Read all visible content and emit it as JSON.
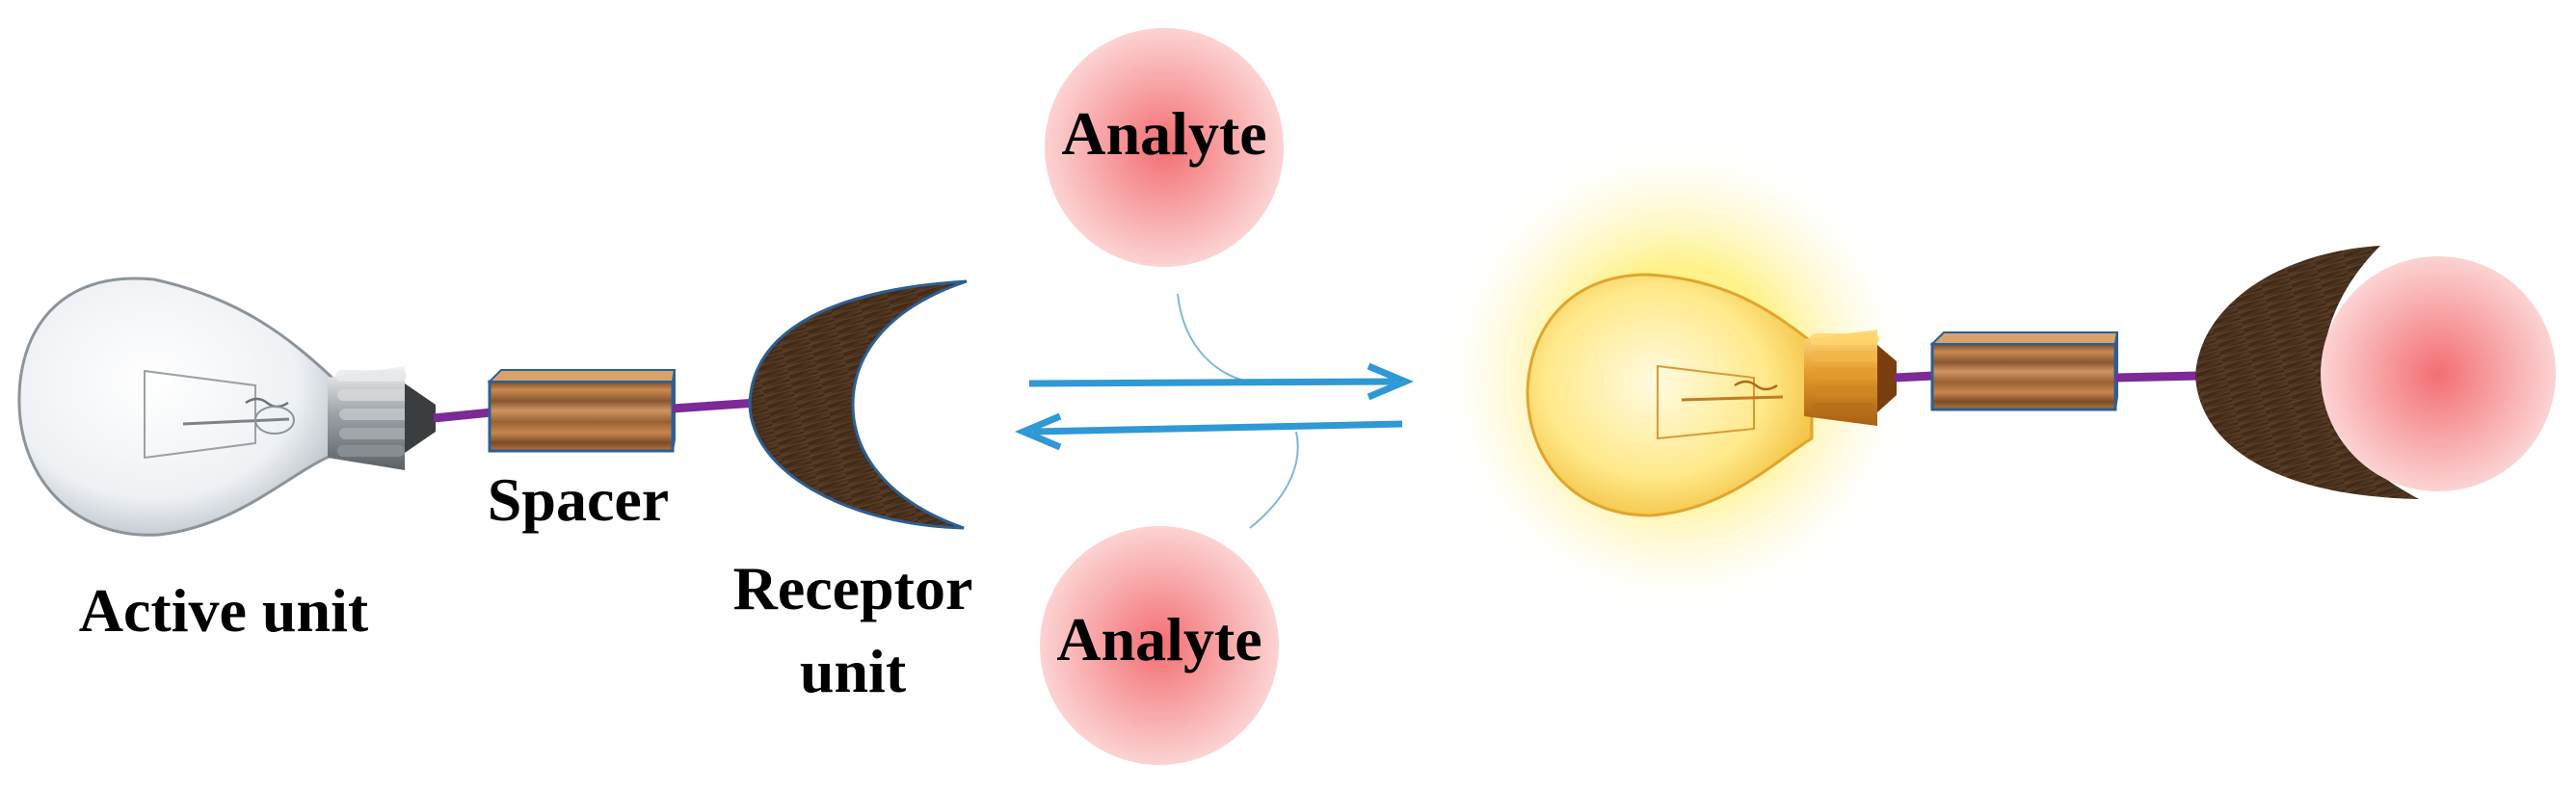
{
  "labels": {
    "active_unit": "Active unit",
    "spacer": "Spacer",
    "receptor_line1": "Receptor",
    "receptor_line2": "unit",
    "analyte_top": "Analyte",
    "analyte_bottom": "Analyte"
  },
  "icons": {
    "left_bulb": "light-bulb-off-icon",
    "right_bulb": "light-bulb-on-icon",
    "spacer": "wooden-block-icon",
    "receptor": "crescent-receptor-icon",
    "analyte": "sphere-icon",
    "equilibrium": "equilibrium-arrows-icon"
  },
  "colors": {
    "linker": "#7b2a98",
    "arrows": "#2f98d6",
    "receptor": "#4a3322",
    "wood": "#a8683a",
    "analyte_center": "#f36e72",
    "analyte_edge": "#fbc7c7",
    "glow": "#fff07a"
  }
}
